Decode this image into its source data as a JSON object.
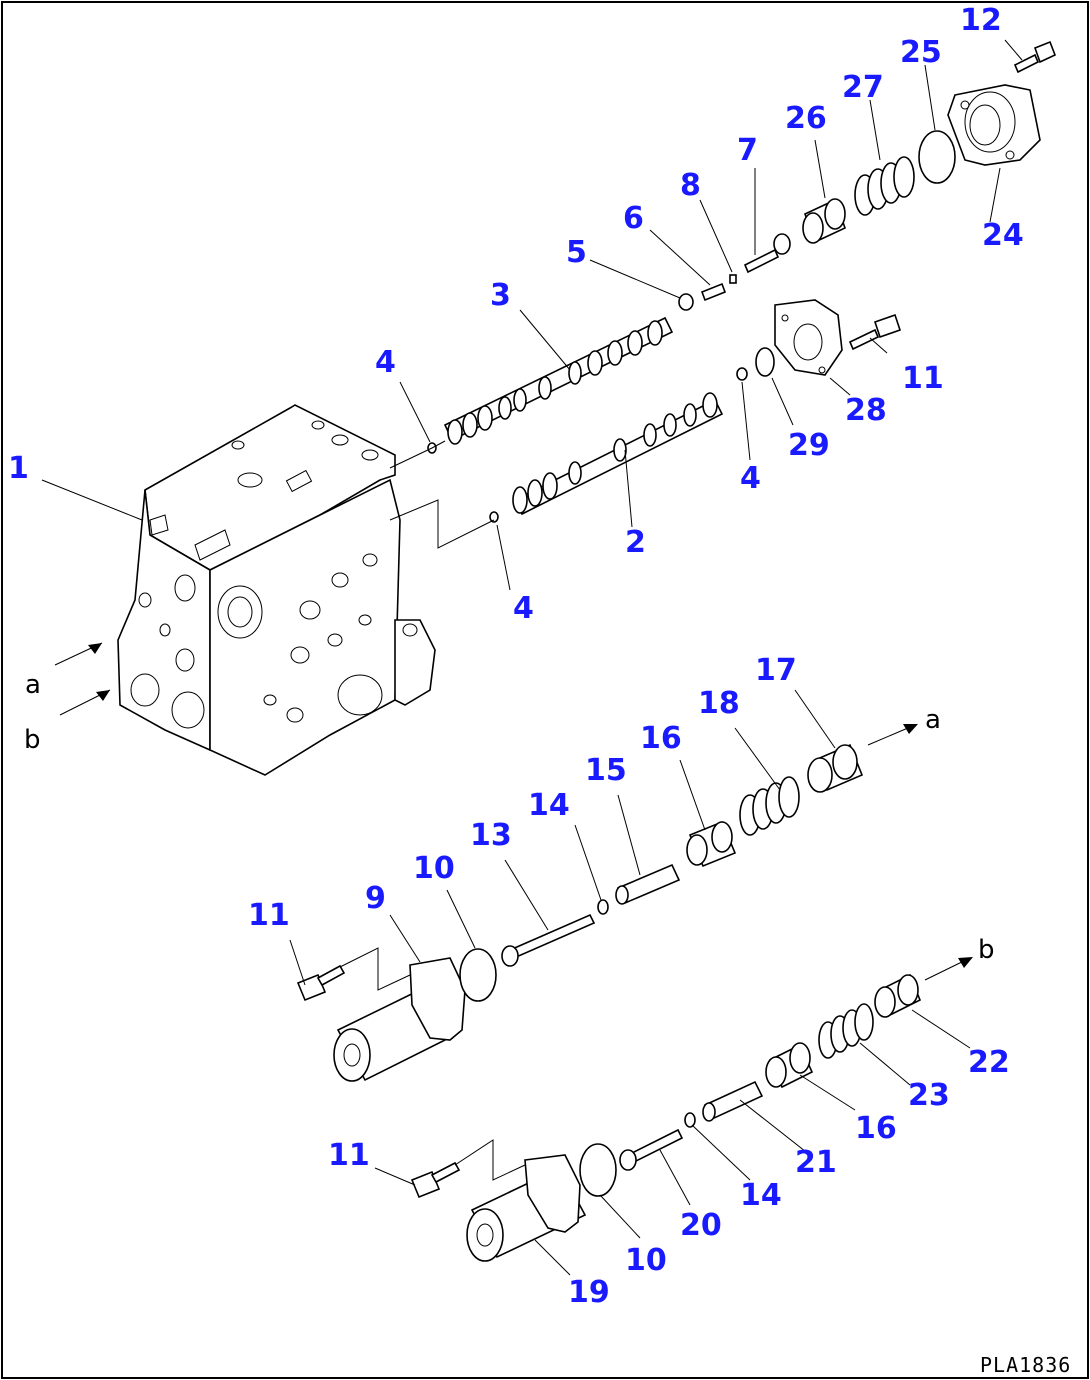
{
  "callouts": [
    {
      "label": "1"
    },
    {
      "label": "2"
    },
    {
      "label": "3"
    },
    {
      "label": "4"
    },
    {
      "label": "4"
    },
    {
      "label": "4"
    },
    {
      "label": "5"
    },
    {
      "label": "6"
    },
    {
      "label": "7"
    },
    {
      "label": "8"
    },
    {
      "label": "9"
    },
    {
      "label": "10"
    },
    {
      "label": "10"
    },
    {
      "label": "11"
    },
    {
      "label": "11"
    },
    {
      "label": "11"
    },
    {
      "label": "12"
    },
    {
      "label": "13"
    },
    {
      "label": "14"
    },
    {
      "label": "14"
    },
    {
      "label": "15"
    },
    {
      "label": "16"
    },
    {
      "label": "16"
    },
    {
      "label": "17"
    },
    {
      "label": "18"
    },
    {
      "label": "19"
    },
    {
      "label": "20"
    },
    {
      "label": "21"
    },
    {
      "label": "22"
    },
    {
      "label": "23"
    },
    {
      "label": "24"
    },
    {
      "label": "25"
    },
    {
      "label": "26"
    },
    {
      "label": "27"
    },
    {
      "label": "28"
    },
    {
      "label": "29"
    }
  ],
  "ports": {
    "a_in": "a",
    "b_in": "b",
    "a_out": "a",
    "b_out": "b"
  },
  "drawing_code": "PLA1836",
  "colors": {
    "callout": "#1a1aff",
    "line": "#000000",
    "background": "#ffffff"
  }
}
